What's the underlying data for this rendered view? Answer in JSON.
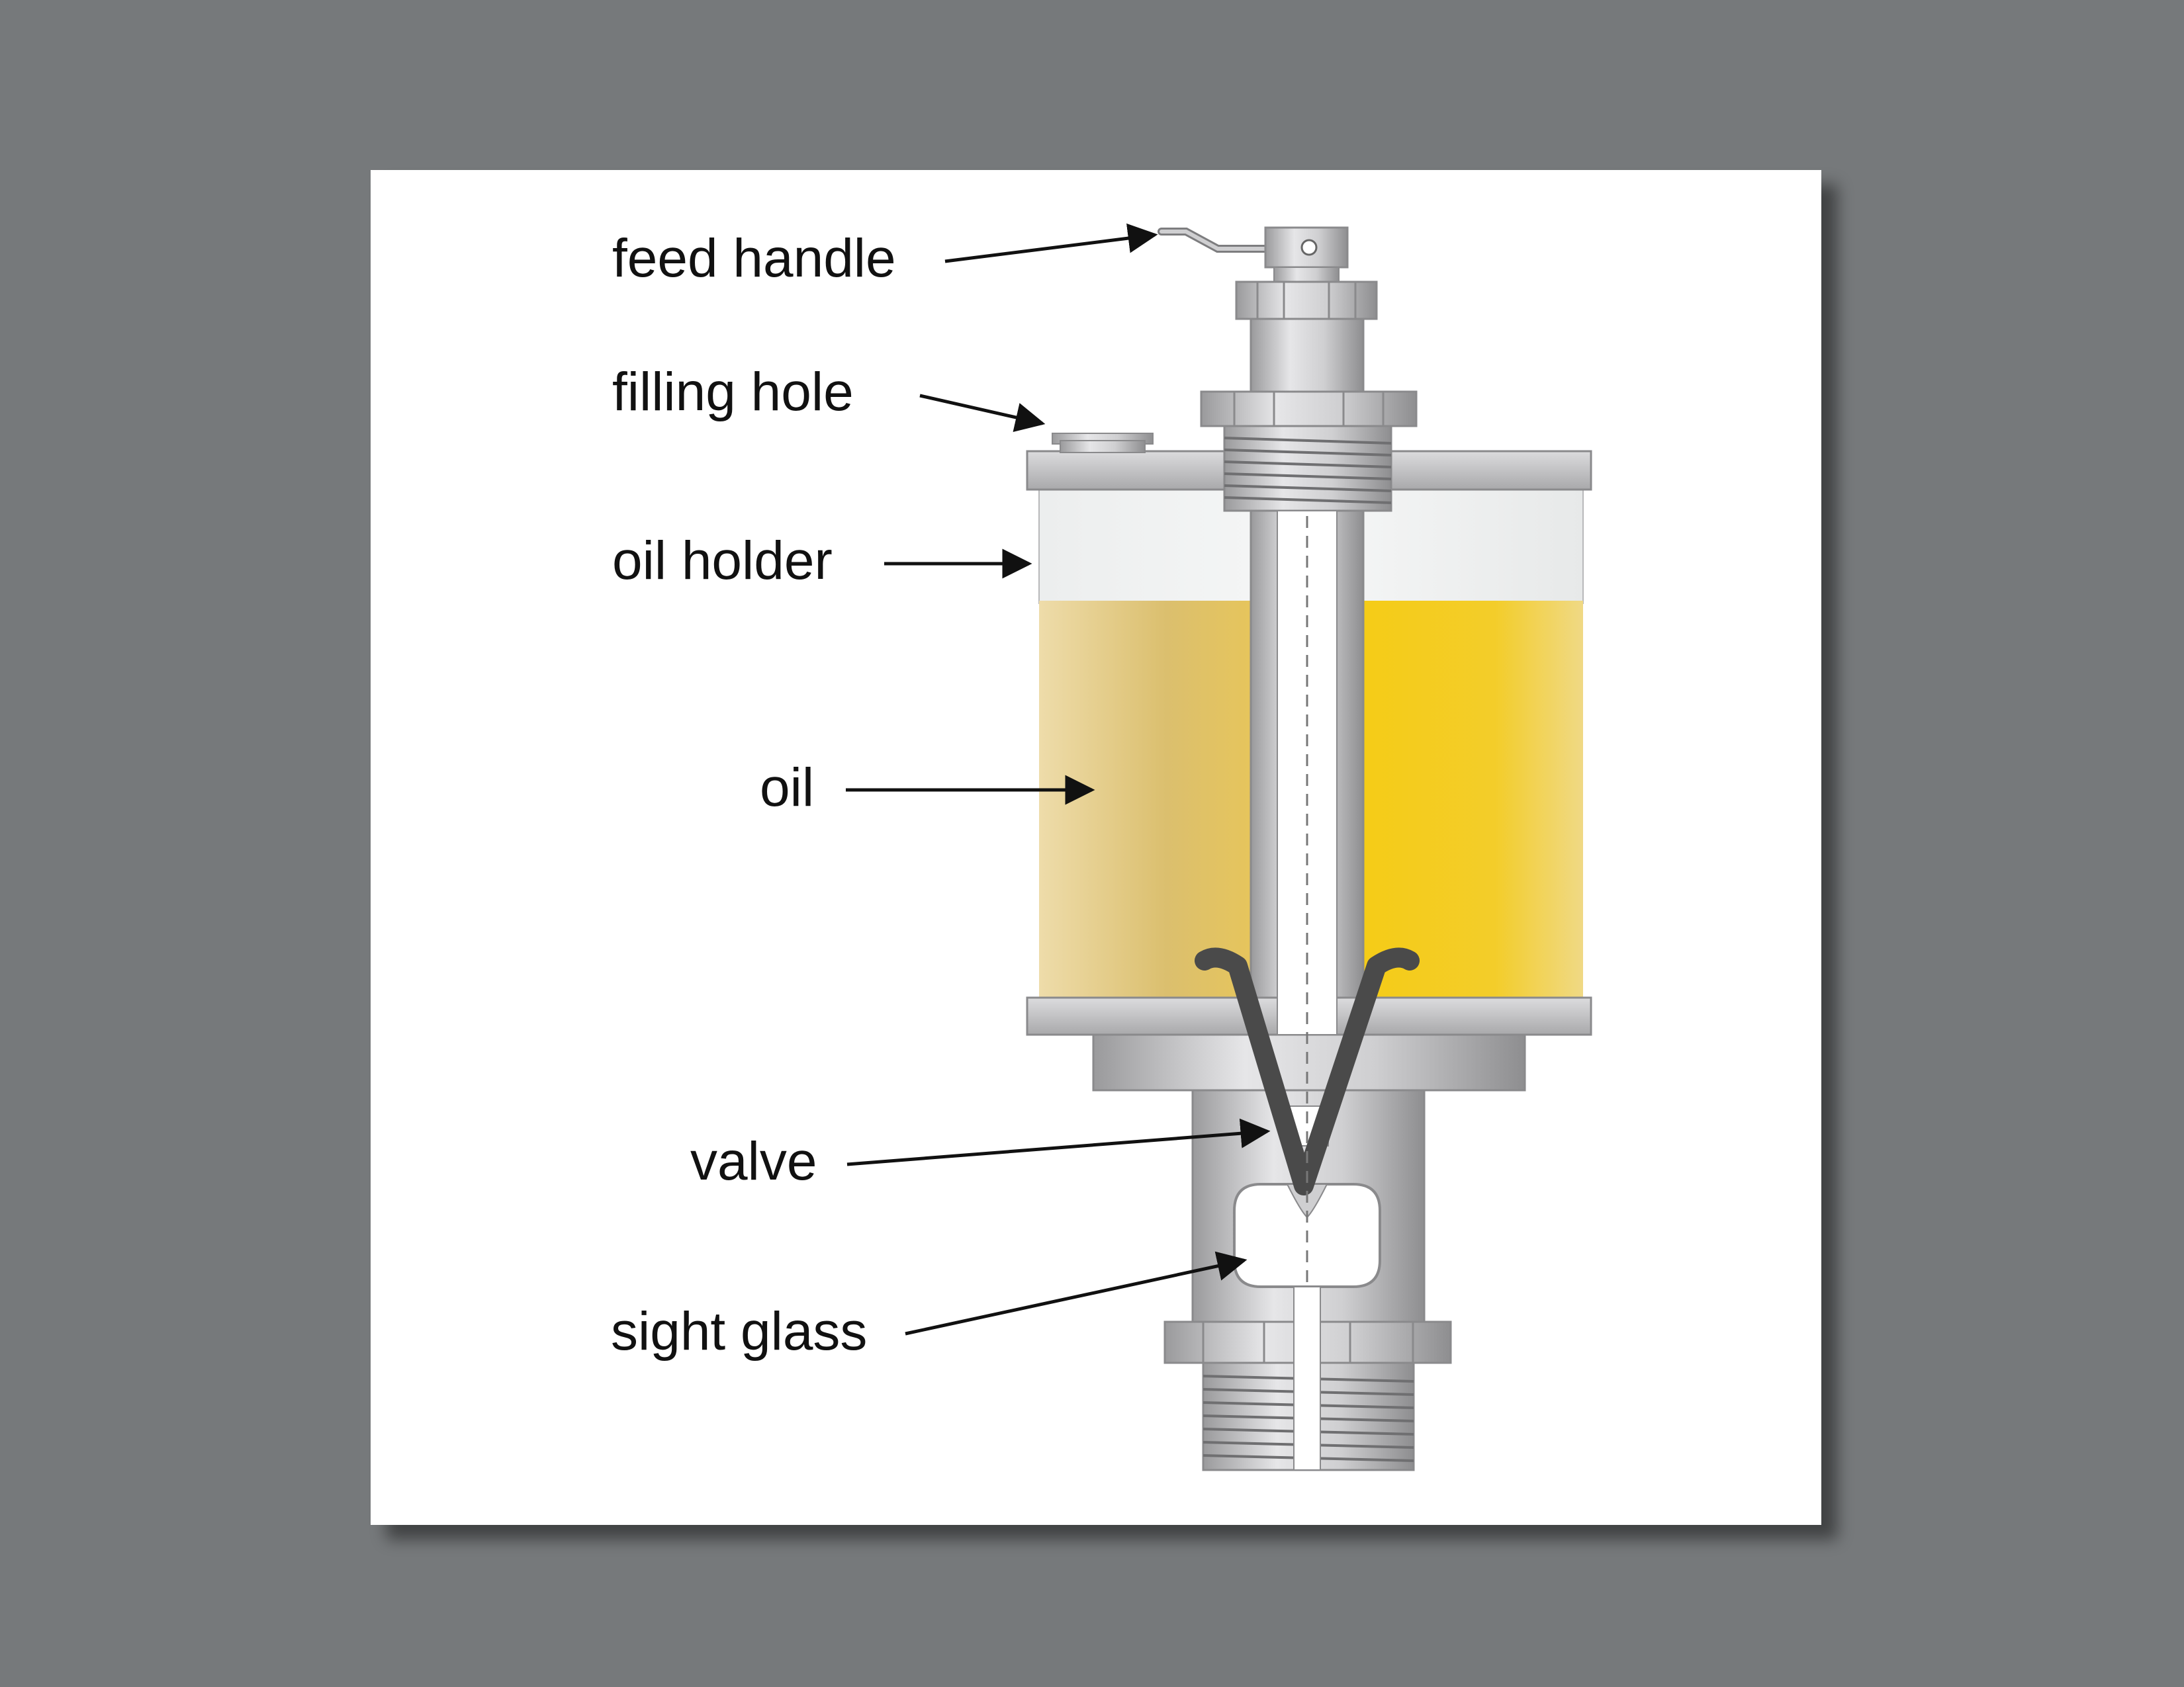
{
  "labels": {
    "feed_handle": "feed handle",
    "filling_hole": "filling hole",
    "oil_holder": "oil holder",
    "oil": "oil",
    "valve": "valve",
    "sight_glass": "sight glass"
  },
  "colors": {
    "background": "#76797b",
    "card": "#ffffff",
    "oil": "#f5cd1e",
    "metal": "#c9c9cb",
    "valve": "#4a4a4a"
  }
}
